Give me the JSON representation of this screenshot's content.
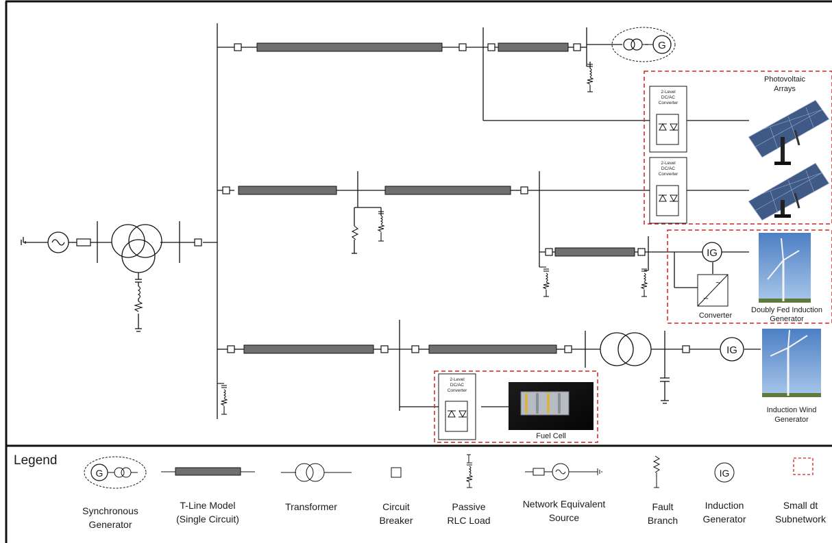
{
  "diagram": {
    "labels": {
      "pv_arrays": [
        "Photovoltaic",
        "Arrays"
      ],
      "converter_level": [
        "2-Level",
        "DC/AC",
        "Converter"
      ],
      "ig": "IG",
      "g": "G",
      "converter": "Converter",
      "dfig": [
        "Doubly Fed Induction",
        "Generator"
      ],
      "induction_wind": [
        "Induction Wind",
        "Generator"
      ],
      "fuel_cell": "Fuel Cell"
    }
  },
  "legend": {
    "title": "Legend",
    "items": [
      {
        "label": [
          "Synchronous",
          "Generator"
        ],
        "icon": "synchronous-generator-icon"
      },
      {
        "label": [
          "T-Line Model",
          "(Single Circuit)"
        ],
        "icon": "t-line-icon"
      },
      {
        "label": [
          "Transformer"
        ],
        "icon": "transformer-icon"
      },
      {
        "label": [
          "Circuit",
          "Breaker"
        ],
        "icon": "circuit-breaker-icon"
      },
      {
        "label": [
          "Passive",
          "RLC Load"
        ],
        "icon": "rlc-load-icon"
      },
      {
        "label": [
          "Network Equivalent",
          "Source"
        ],
        "icon": "network-source-icon"
      },
      {
        "label": [
          "Fault",
          "Branch"
        ],
        "icon": "fault-branch-icon"
      },
      {
        "label": [
          "Induction",
          "Generator"
        ],
        "icon": "induction-generator-icon"
      },
      {
        "label": [
          "Small dt",
          "Subnetwork"
        ],
        "icon": "subnetwork-icon"
      }
    ]
  },
  "colors": {
    "line": "#111111",
    "tline_fill": "#6f6f6f",
    "subnet_border": "#d42020",
    "panel_blue": "#3f5a86",
    "sky": "#7aa6d9"
  }
}
